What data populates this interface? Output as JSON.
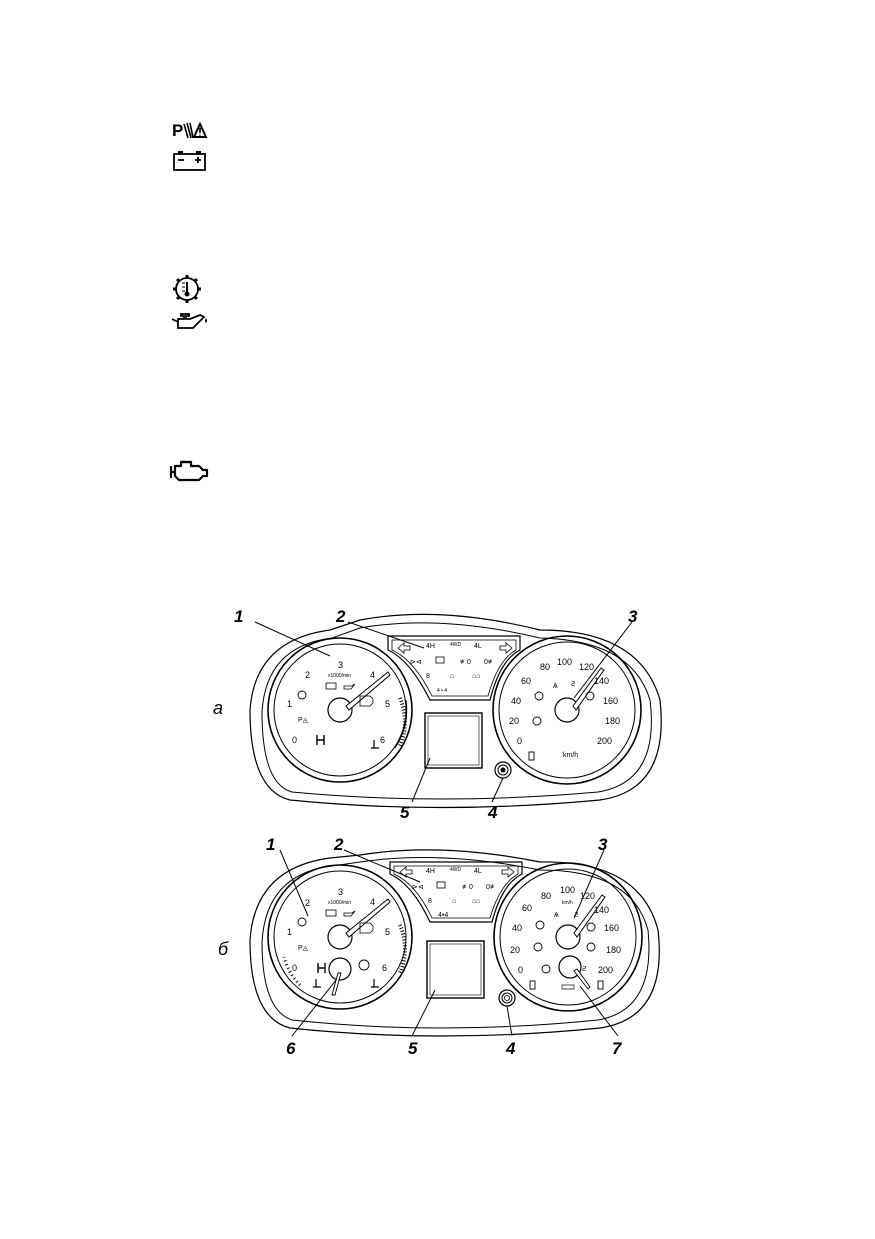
{
  "warning_icons": [
    {
      "icon": "parking-brake-warning-icon"
    },
    {
      "icon": "battery-charge-warning-icon"
    },
    {
      "icon": "transmission-overheat-icon"
    },
    {
      "icon": "oil-pressure-warning-icon"
    },
    {
      "icon": "check-engine-icon"
    }
  ],
  "variants": {
    "a": "а",
    "b": "б"
  },
  "callouts": {
    "c1": "1",
    "c2": "2",
    "c3": "3",
    "c4": "4",
    "c5": "5",
    "c6": "6",
    "c7": "7"
  },
  "tacho": {
    "ticks": [
      "0",
      "1",
      "2",
      "3",
      "4",
      "5",
      "6"
    ],
    "unit": "x1000/min"
  },
  "speedo": {
    "ticks": [
      "0",
      "20",
      "40",
      "60",
      "80",
      "100",
      "120",
      "140",
      "160",
      "180",
      "200"
    ],
    "unit": "km/h",
    "unit_a": "km/h"
  },
  "indicator_panel": {
    "row1": [
      "4H",
      "4WD",
      "4L"
    ],
    "footer_a": "4 • 4",
    "footer_b": "4•4"
  }
}
